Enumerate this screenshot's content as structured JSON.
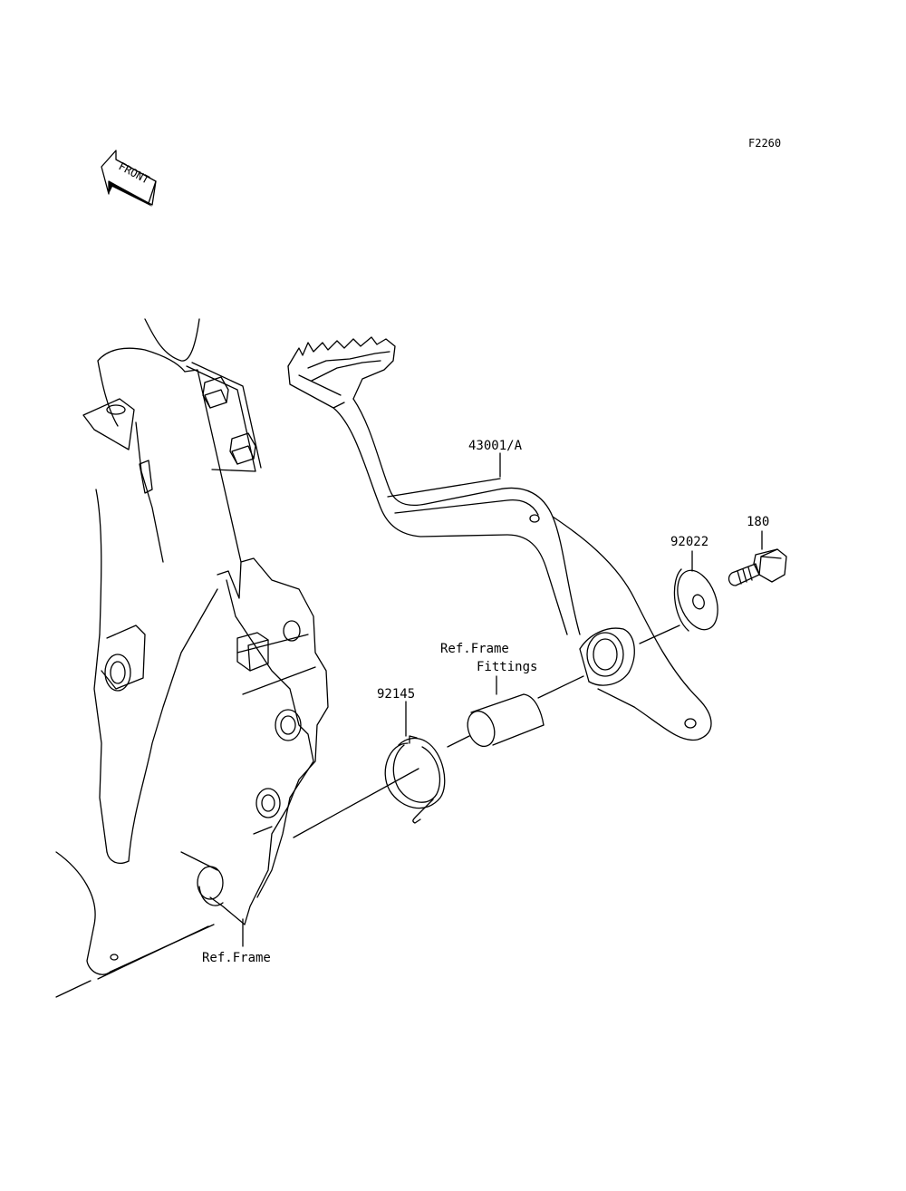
{
  "figure": {
    "code": "F2260",
    "front_label": "FRONT"
  },
  "parts": [
    {
      "number": "43001/A"
    },
    {
      "number": "180"
    },
    {
      "number": "92022"
    },
    {
      "number": "92145"
    }
  ],
  "references": {
    "fittings_line1": "Ref.Frame",
    "fittings_line2": "Fittings",
    "frame": "Ref.Frame"
  }
}
